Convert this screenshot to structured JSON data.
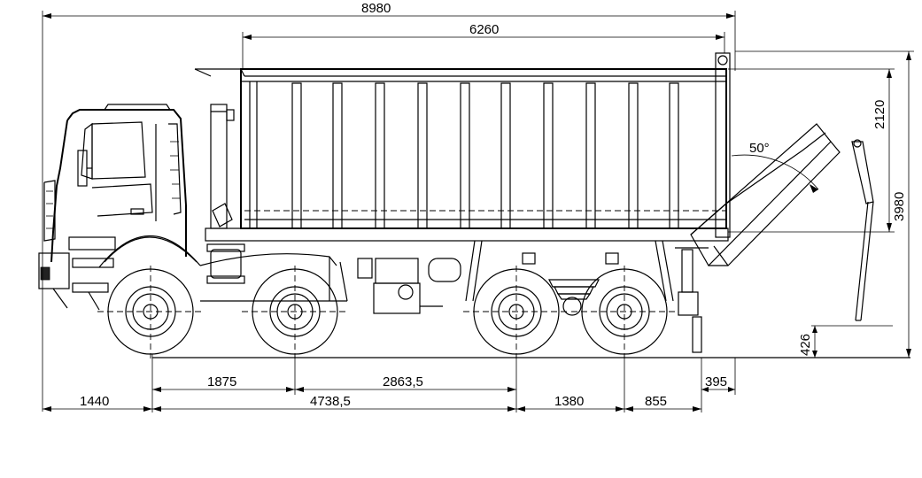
{
  "dimensions": {
    "overall_length": "8980",
    "body_length": "6260",
    "body_height": "2120",
    "overall_height": "3980",
    "tilt_angle": "50°",
    "tailgate_clearance": "426",
    "rear_overhang": "395",
    "wheelbase_1_2": "1875",
    "wheelbase_2_3": "2863,5",
    "front_overhang": "1440",
    "wheelbase_1_3": "4738,5",
    "wheelbase_3_4": "1380",
    "rear_axle_to_end": "855"
  },
  "colors": {
    "line": "#000000",
    "background": "#ffffff"
  }
}
